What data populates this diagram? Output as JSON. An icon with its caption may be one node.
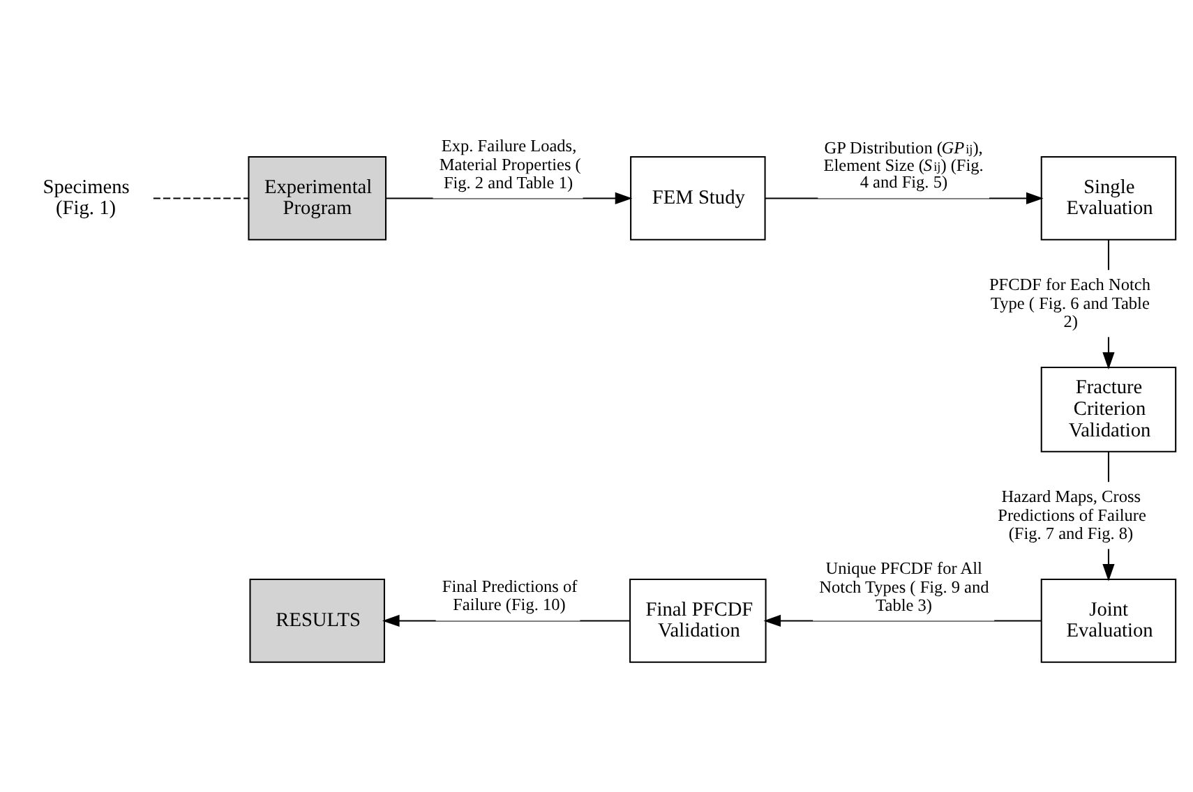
{
  "diagram": {
    "nodes": [
      {
        "text": [
          "Specimens (Fig. 1)"
        ]
      },
      {
        "text": [
          "Experimental Program"
        ]
      },
      {
        "text": [
          "FEM Study"
        ]
      },
      {
        "text": [
          "Single Evaluation"
        ]
      },
      {
        "text": [
          "Fracture Criterion Validation"
        ]
      },
      {
        "text": [
          "Joint Evaluation"
        ]
      },
      {
        "text": [
          "Final PFCDF Validation"
        ]
      },
      {
        "text": [
          "RESULTS"
        ]
      }
    ],
    "edges": [
      {
        "from": 0,
        "to": 1,
        "arrow": "none",
        "style": "dashed"
      },
      {
        "from": 1,
        "to": 2,
        "arrow": "to",
        "label": "Exp. Failure Loads, Material Properties ( Fig. 2 and Table 1)"
      },
      {
        "from": 2,
        "to": 3,
        "arrow": "to",
        "label": "GP Distribution (*GP*$_{ij}$), Element Size (*S*$_{ij}$) (Fig. 4 and Fig. 5)"
      },
      {
        "from": 3,
        "to": 4,
        "arrow": "to",
        "label": "PFCDF for Each Notch Type ( Fig. 6 and Table 2)"
      },
      {
        "from": 4,
        "to": 5,
        "arrow": "to",
        "label": "Hazard Maps, Cross Predictions of Failure (Fig. 7 and Fig. 8)"
      },
      {
        "from": 5,
        "to": 6,
        "arrow": "to",
        "label": "Unique PFCDF for All Notch Types ( Fig. 9 and Table 3)"
      },
      {
        "from": 6,
        "to": 7,
        "arrow": "to",
        "label": "Final Predictions of Failure (Fig. 10)"
      }
    ]
  }
}
